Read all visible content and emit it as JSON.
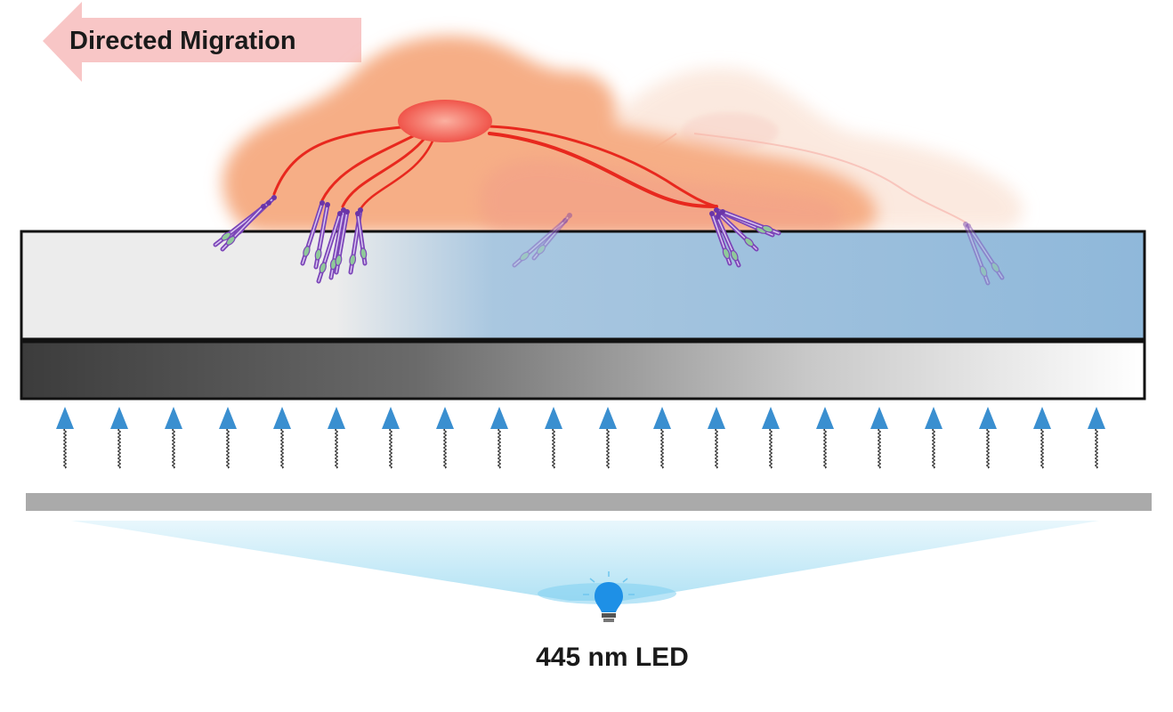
{
  "direction_label": "Directed Migration",
  "light_source_label": "445 nm LED",
  "light_arrow_count": 20,
  "colors": {
    "arrow_banner": "#f8c6c6",
    "cell_body": "#f6b08a",
    "cell_ghost": "#fbe3d6",
    "nucleus": "#f2564a",
    "filament": "#e8281e",
    "adhesion_purple": "#7b45b8",
    "adhesion_green": "#8fc99a",
    "substrate_blue": "#8fb8da",
    "substrate_light": "#ececec",
    "mask_dark": "#3a3a3a",
    "arrow_blue": "#3a8fd0",
    "diffuser_gray": "#aaaaaa",
    "beam_blue": "#bfe6f6",
    "led_blue": "#1e90e6"
  },
  "icons": {
    "direction_arrow": "left-arrow-icon",
    "light_arrow": "up-arrow-wavy-icon",
    "led": "light-bulb-icon"
  }
}
